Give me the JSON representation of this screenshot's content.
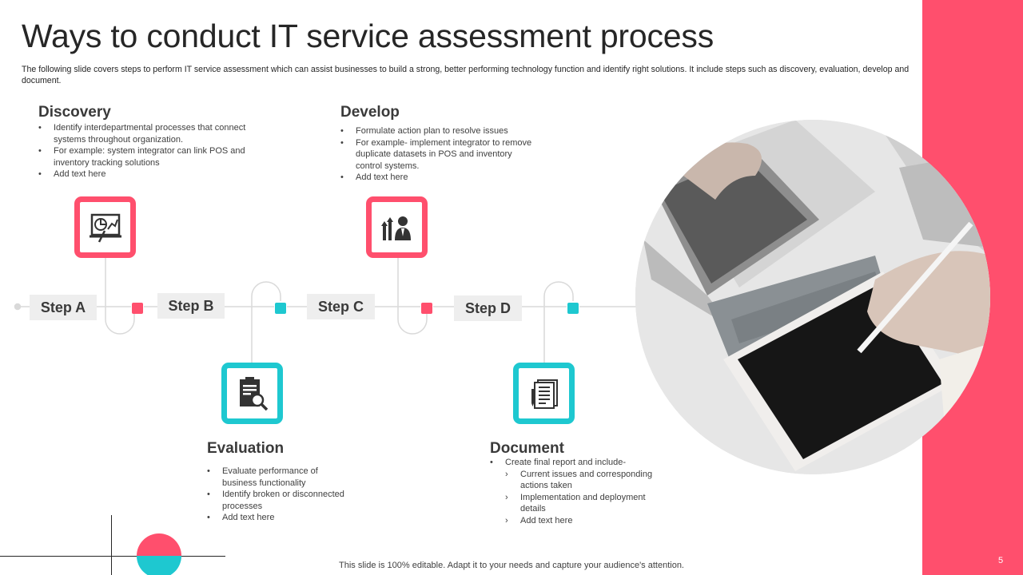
{
  "header": {
    "title": "Ways to conduct IT service assessment process",
    "description": "The following slide covers steps to perform IT service assessment which can assist businesses to build a strong, better performing technology function and identify right solutions. It include steps such as discovery, evaluation, develop and document."
  },
  "steps": [
    {
      "label": "Step A"
    },
    {
      "label": "Step B"
    },
    {
      "label": "Step C"
    },
    {
      "label": "Step D"
    }
  ],
  "sections": {
    "discovery": {
      "heading": "Discovery",
      "icon": "presentation-chart-icon",
      "bullets": [
        "Identify interdepartmental processes that connect systems throughout organization.",
        "For example: system integrator can link POS and inventory tracking solutions",
        "Add text here"
      ]
    },
    "evaluation": {
      "heading": "Evaluation",
      "icon": "document-search-icon",
      "bullets": [
        "Evaluate performance of business functionality",
        "Identify broken or disconnected processes",
        "Add text here"
      ]
    },
    "develop": {
      "heading": "Develop",
      "icon": "growth-businessman-icon",
      "bullets": [
        "Formulate action plan to resolve issues",
        "For example- implement integrator to remove duplicate datasets in POS and inventory control systems.",
        "Add text here"
      ]
    },
    "document": {
      "heading": "Document",
      "icon": "document-pages-icon",
      "intro": "Create final report and include-",
      "subbullets": [
        "Current issues and corresponding actions taken",
        "Implementation and deployment details",
        "Add text here"
      ]
    }
  },
  "footer": {
    "note": "This slide is 100% editable. Adapt it to your needs and capture your audience's attention.",
    "slide_number": "5"
  },
  "colors": {
    "accent_pink": "#ff4f6d",
    "accent_teal": "#1ec8d0",
    "label_bg": "#eeeeee",
    "text_dark": "#262626"
  }
}
